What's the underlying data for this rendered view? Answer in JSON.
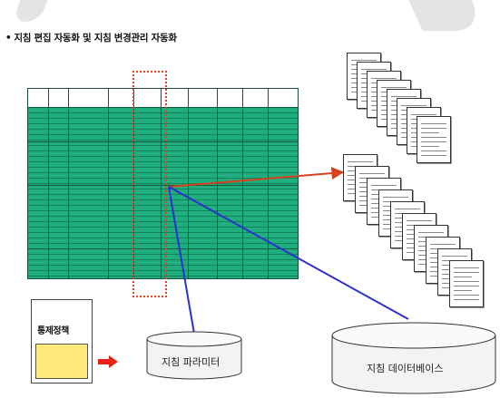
{
  "title": "지침 편집 자동화 및 지침 변경관리 자동화",
  "bullet": "•",
  "control_doc": {
    "title": "통제정책"
  },
  "databases": [
    {
      "label": "지침 파라미터"
    },
    {
      "label": "지침 데이터베이스"
    }
  ],
  "colors": {
    "sheet_fill": "#1fae7e",
    "highlight_border": "#e8401a",
    "red_arrow": "#d9401c",
    "blue_line": "#2f2fd0",
    "solid_arrow": "#e8241a"
  }
}
